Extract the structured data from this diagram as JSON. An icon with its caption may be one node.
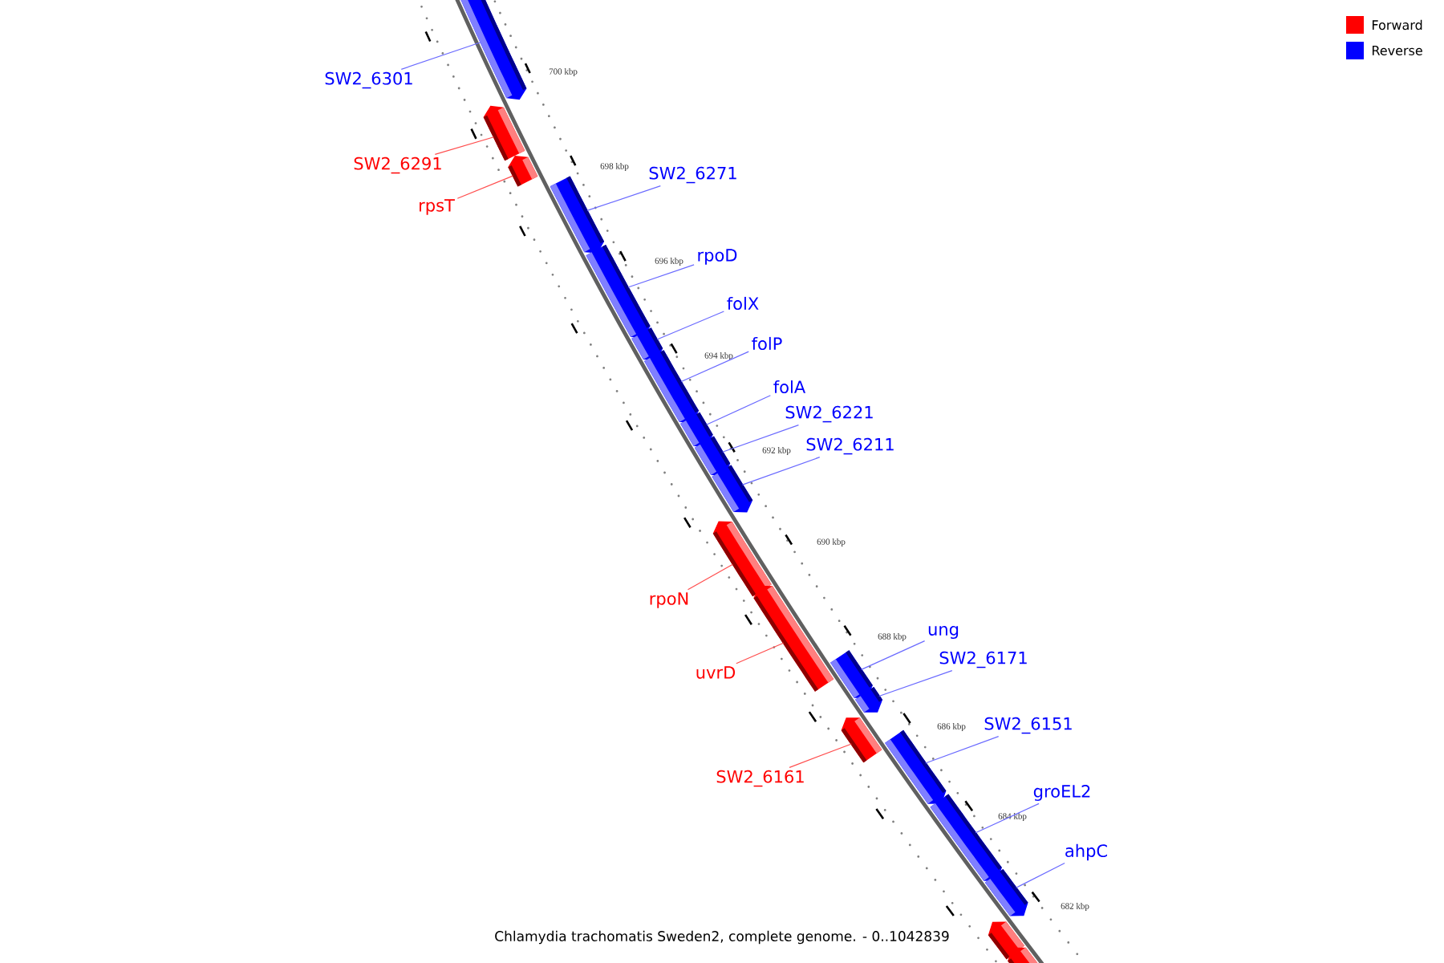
{
  "diagram": {
    "caption": "Chlamydia trachomatis Sweden2, complete genome. - 0..1042839",
    "nodes": [
      {
        "text": [
          "SW2_6301"
        ]
      },
      {
        "text": [],
        "shape": "box"
      },
      {
        "text": [
          "SW2_6291"
        ]
      },
      {
        "text": [],
        "shape": "box"
      },
      {
        "text": [
          "rpsT"
        ]
      },
      {
        "text": [],
        "shape": "box"
      },
      {
        "text": [
          "SW2_6271"
        ]
      },
      {
        "text": [],
        "shape": "box"
      },
      {
        "text": [
          "rpoD"
        ]
      },
      {
        "text": [],
        "shape": "box"
      },
      {
        "text": [
          "folX"
        ]
      },
      {
        "text": [],
        "shape": "box"
      },
      {
        "text": [
          "folP"
        ]
      },
      {
        "text": [],
        "shape": "box"
      },
      {
        "text": [
          "folA"
        ]
      },
      {
        "text": [],
        "shape": "box"
      },
      {
        "text": [
          "SW2_6221"
        ]
      },
      {
        "text": [],
        "shape": "box"
      },
      {
        "text": [
          "SW2_6211"
        ]
      },
      {
        "text": [],
        "shape": "box"
      },
      {
        "text": [
          "rpoN"
        ]
      },
      {
        "text": [],
        "shape": "box"
      },
      {
        "text": [
          "uvrD"
        ]
      },
      {
        "text": [],
        "shape": "box"
      },
      {
        "text": [
          "ung"
        ]
      },
      {
        "text": [],
        "shape": "box"
      },
      {
        "text": [
          "SW2_6171"
        ]
      },
      {
        "text": [],
        "shape": "box"
      },
      {
        "text": [
          "SW2_6161"
        ]
      },
      {
        "text": [],
        "shape": "box"
      },
      {
        "text": [
          "SW2_6151"
        ]
      },
      {
        "text": [],
        "shape": "box"
      },
      {
        "text": [
          "groEL2"
        ]
      },
      {
        "text": [],
        "shape": "box"
      },
      {
        "text": [
          "ahpC"
        ]
      },
      {
        "text": [],
        "shape": "box"
      },
      {
        "text": [],
        "shape": "box"
      },
      {
        "text": [],
        "shape": "box"
      }
    ],
    "edges": [
      {
        "from": 0,
        "to": 1,
        "arrow": "none"
      },
      {
        "from": 2,
        "to": 3,
        "arrow": "none",
        "color": "#ff4d4d"
      },
      {
        "from": 4,
        "to": 5,
        "arrow": "none",
        "color": "#ff4d4d"
      },
      {
        "from": 6,
        "to": 7,
        "arrow": "none"
      },
      {
        "from": 8,
        "to": 9,
        "arrow": "none"
      },
      {
        "from": 10,
        "to": 11,
        "arrow": "none"
      },
      {
        "from": 12,
        "to": 13,
        "arrow": "none"
      },
      {
        "from": 14,
        "to": 15,
        "arrow": "none"
      },
      {
        "from": 16,
        "to": 17,
        "arrow": "none"
      },
      {
        "from": 18,
        "to": 19,
        "arrow": "none"
      },
      {
        "from": 20,
        "to": 21,
        "arrow": "none",
        "color": "#ff4d4d"
      },
      {
        "from": 22,
        "to": 23,
        "arrow": "none",
        "color": "#ff4d4d"
      },
      {
        "from": 24,
        "to": 25,
        "arrow": "none"
      },
      {
        "from": 26,
        "to": 27,
        "arrow": "none"
      },
      {
        "from": 28,
        "to": 29,
        "arrow": "none",
        "color": "#ff4d4d"
      },
      {
        "from": 30,
        "to": 31,
        "arrow": "none"
      },
      {
        "from": 32,
        "to": 33,
        "arrow": "none"
      },
      {
        "from": 34,
        "to": 35,
        "arrow": "none"
      }
    ],
    "labels": [
      "700 kbp",
      "698 kbp",
      "696 kbp",
      "694 kbp",
      "692 kbp",
      "690 kbp",
      "688 kbp",
      "686 kbp",
      "684 kbp",
      "682 kbp"
    ],
    "legend": [
      {
        "text": "Forward",
        "color": "#ff0000"
      },
      {
        "text": "Reverse",
        "color": "#0000ff"
      }
    ]
  }
}
